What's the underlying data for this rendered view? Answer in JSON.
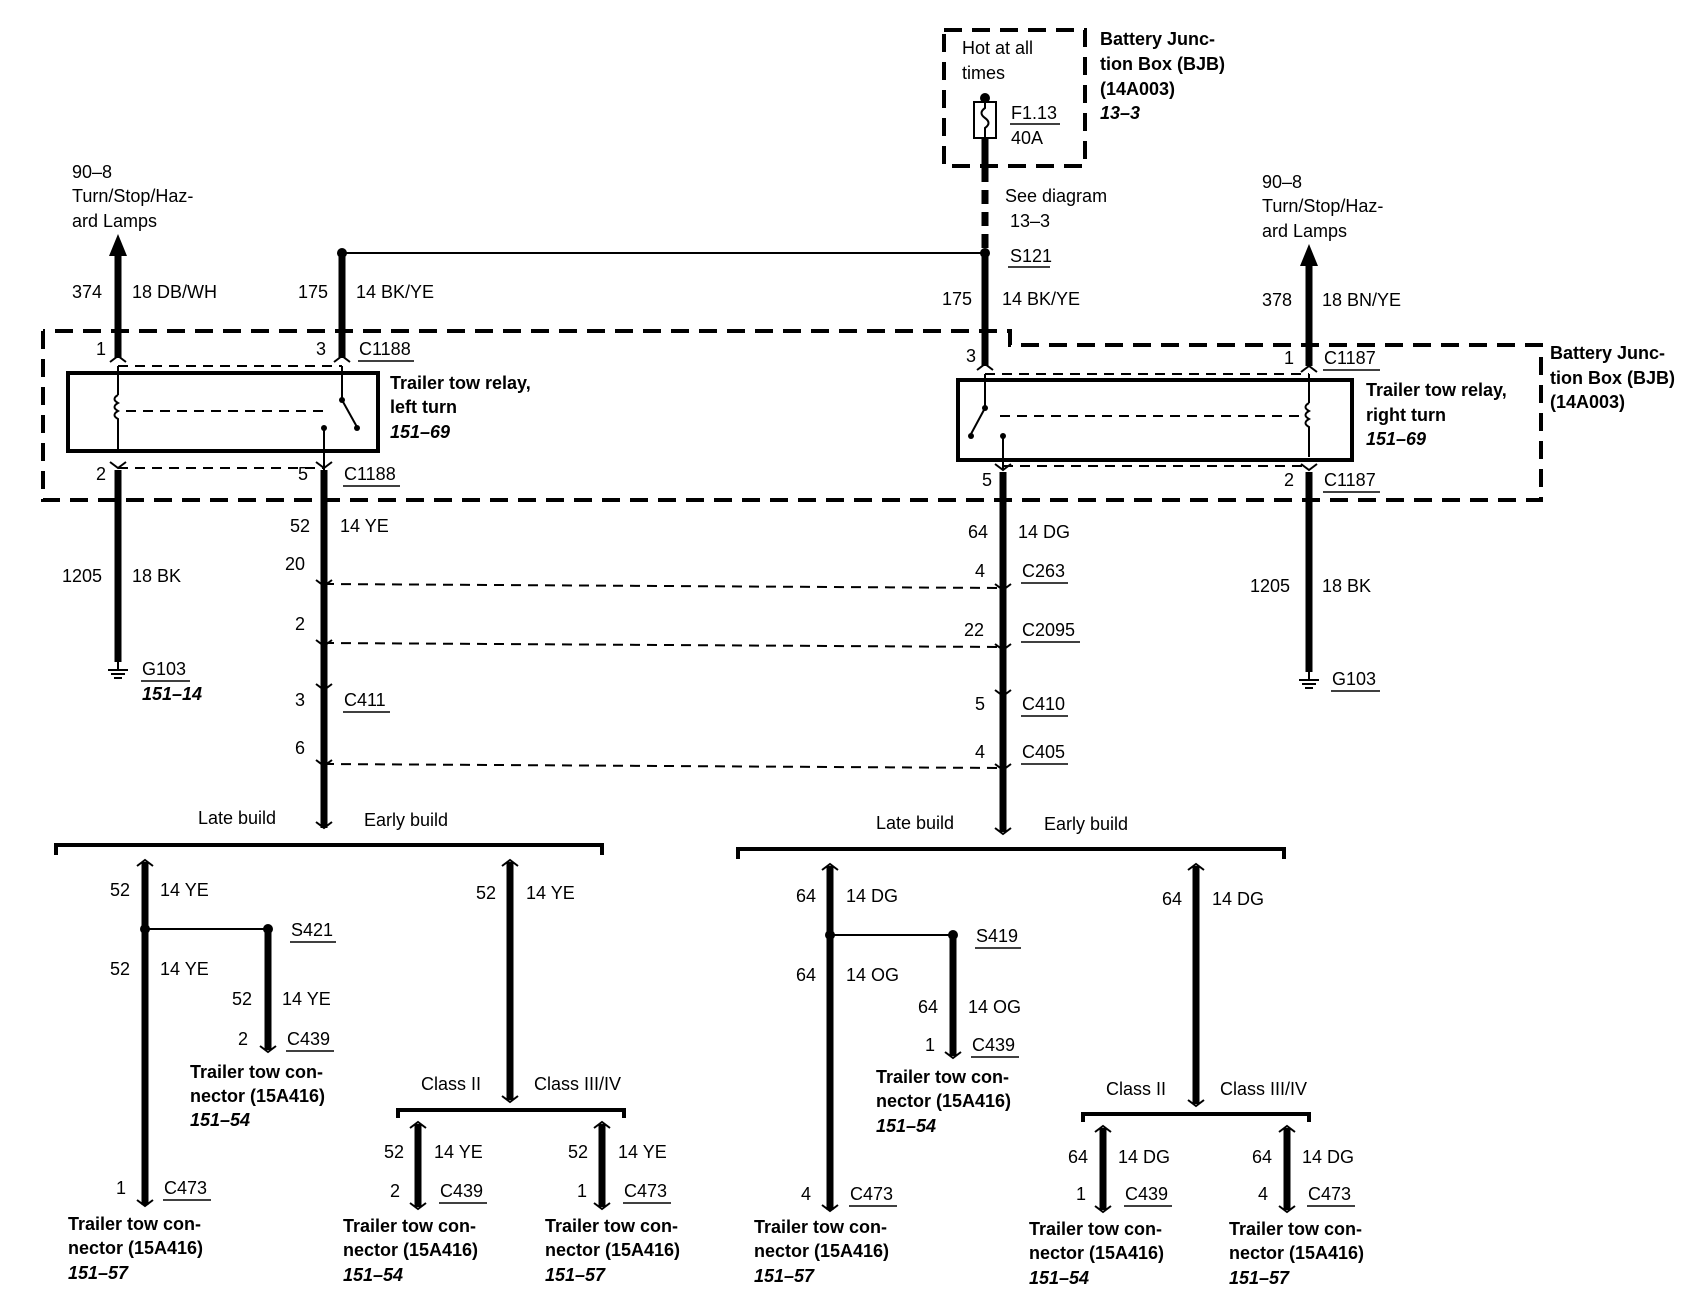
{
  "bjb_top": {
    "hot": [
      "Hot at all",
      "times"
    ],
    "fuse_id": "F1.13",
    "fuse_amp": "40A",
    "title": [
      "Battery Junc-",
      "tion Box (BJB)",
      "(14A003)"
    ],
    "ref": "13–3"
  },
  "see_diagram": [
    "See diagram",
    "13–3"
  ],
  "splice_s121": "S121",
  "lamps_left": [
    "90–8",
    "Turn/Stop/Haz-",
    "ard Lamps"
  ],
  "lamps_right": [
    "90–8",
    "Turn/Stop/Haz-",
    "ard Lamps"
  ],
  "bjb_side": [
    "Battery Junc-",
    "tion Box (BJB)",
    "(14A003)"
  ],
  "left_relay": {
    "wire_374": "374",
    "wire_374_color": "18 DB/WH",
    "wire_175": "175",
    "wire_175_color": "14 BK/YE",
    "pin1": "1",
    "pin3": "3",
    "pin2": "2",
    "pin5": "5",
    "conn_top": "C1188",
    "conn_bot": "C1188",
    "title": [
      "Trailer tow relay,",
      "left turn"
    ],
    "ref": "151–69",
    "wire_52": "52",
    "wire_52_color": "14 YE",
    "wire_1205": "1205",
    "wire_1205_color": "18 BK",
    "ground": "G103",
    "ground_ref": "151–14",
    "pin_20": "20",
    "pin_2b": "2",
    "pin_3b": "3",
    "pin_6": "6",
    "conn_c411": "C411"
  },
  "right_relay": {
    "wire_175": "175",
    "wire_175_color": "14 BK/YE",
    "wire_378": "378",
    "wire_378_color": "18 BN/YE",
    "pin3": "3",
    "pin1": "1",
    "pin5": "5",
    "pin2": "2",
    "conn_top": "C1187",
    "conn_bot": "C1187",
    "title": [
      "Trailer tow relay,",
      "right turn"
    ],
    "ref": "151–69",
    "wire_64": "64",
    "wire_64_color": "14 DG",
    "wire_1205": "1205",
    "wire_1205_color": "18 BK",
    "ground": "G103",
    "pin_4a": "4",
    "conn_c263": "C263",
    "pin_22": "22",
    "conn_c2095": "C2095",
    "pin_5b": "5",
    "conn_c410": "C410",
    "pin_4b": "4",
    "conn_c405": "C405"
  },
  "left_branches": {
    "late": "Late build",
    "early": "Early build",
    "w1_num": "52",
    "w1_color": "14 YE",
    "w2_num": "52",
    "w2_color": "14 YE",
    "splice": "S421",
    "w3_num": "52",
    "w3_color": "14 YE",
    "c439_pin": "2",
    "c439": "C439",
    "conn_a": [
      "Trailer tow con-",
      "nector (15A416)"
    ],
    "conn_a_ref": "151–54",
    "c473_pin": "1",
    "c473": "C473",
    "conn_b": [
      "Trailer tow con-",
      "nector (15A416)"
    ],
    "conn_b_ref": "151–57",
    "early_num": "52",
    "early_color": "14 YE",
    "class2": "Class II",
    "class34": "Class III/IV",
    "e1_num": "52",
    "e1_color": "14 YE",
    "e1_pin": "2",
    "e1_conn": "C439",
    "e1_name": [
      "Trailer tow con-",
      "nector (15A416)"
    ],
    "e1_ref": "151–54",
    "e2_num": "52",
    "e2_color": "14 YE",
    "e2_pin": "1",
    "e2_conn": "C473",
    "e2_name": [
      "Trailer tow con-",
      "nector (15A416)"
    ],
    "e2_ref": "151–57"
  },
  "right_branches": {
    "late": "Late build",
    "early": "Early build",
    "w1_num": "64",
    "w1_color": "14 DG",
    "w2_num": "64",
    "w2_color": "14 OG",
    "splice": "S419",
    "w3_num": "64",
    "w3_color": "14 OG",
    "c439_pin": "1",
    "c439": "C439",
    "conn_a": [
      "Trailer tow con-",
      "nector (15A416)"
    ],
    "conn_a_ref": "151–54",
    "c473_pin": "4",
    "c473": "C473",
    "conn_b": [
      "Trailer tow con-",
      "nector (15A416)"
    ],
    "conn_b_ref": "151–57",
    "early_num": "64",
    "early_color": "14 DG",
    "class2": "Class II",
    "class34": "Class III/IV",
    "e1_num": "64",
    "e1_color": "14 DG",
    "e1_pin": "1",
    "e1_conn": "C439",
    "e1_name": [
      "Trailer tow con-",
      "nector (15A416)"
    ],
    "e1_ref": "151–54",
    "e2_num": "64",
    "e2_color": "14 DG",
    "e2_pin": "4",
    "e2_conn": "C473",
    "e2_name": [
      "Trailer tow con-",
      "nector (15A416)"
    ],
    "e2_ref": "151–57"
  }
}
